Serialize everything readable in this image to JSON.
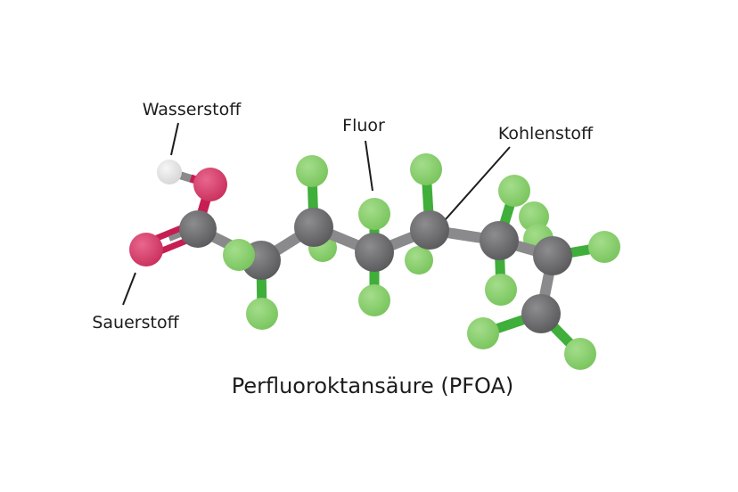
{
  "diagram": {
    "title": "Perfluoroktansäure (PFOA)",
    "labels": {
      "hydrogen": "Wasserstoff",
      "fluorine": "Fluor",
      "carbon": "Kohlenstoff",
      "oxygen": "Sauerstoff"
    }
  },
  "colors": {
    "carbon": "#6b6b6d",
    "fluorine": "#86cf6a",
    "oxygen": "#d8406c",
    "hydrogen": "#e4e4e4",
    "bond_green": "#3fae3a",
    "bond_red": "#c61e52",
    "bond_gray": "#8a8a8c"
  }
}
